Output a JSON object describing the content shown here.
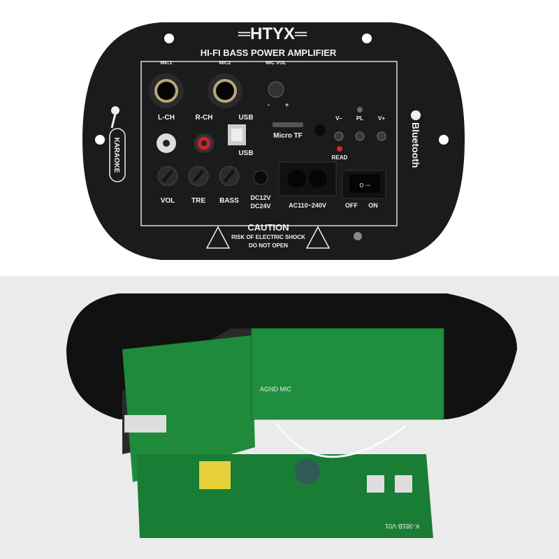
{
  "panel": {
    "brand": "═HTYX═",
    "subtitle": "HI-FI BASS POWER AMPLIFIER",
    "mic1": "MIC1",
    "mic2": "MIC2",
    "mic_vol": "MIC VOL",
    "minus": "-",
    "plus": "+",
    "lch": "L-CH",
    "rch": "R-CH",
    "usb_top": "USB",
    "usb_bottom": "USB",
    "micro_tf": "Micro TF",
    "read": "READ",
    "v_minus": "V–",
    "pl": "PL",
    "v_plus": "V+",
    "vol": "VOL",
    "tre": "TRE",
    "bass": "BASS",
    "dc12": "DC12V",
    "dc24": "DC24V",
    "ac": "AC110~240V",
    "off": "OFF",
    "on": "ON",
    "karaoke": "KARAOKE",
    "bluetooth": "Bluetooth",
    "caution": "CAUTION",
    "risk": "RISK OF ELECTRIC SHOCK",
    "do_not_open": "DO NOT OPEN"
  },
  "board": {
    "silk_label": "AGND MIC",
    "model": "K-381B-V01"
  },
  "colors": {
    "panel": "#1b1b1b",
    "pcb": "#1f8a3a",
    "led": "#e0201a"
  }
}
